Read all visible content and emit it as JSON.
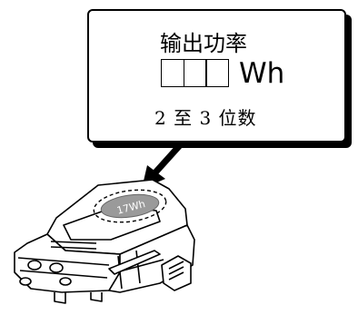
{
  "callout": {
    "title": "输出功率",
    "digit_boxes": 3,
    "unit": "Wh",
    "note": "2 至 3 位数"
  },
  "device": {
    "label_text": "17Wh"
  }
}
